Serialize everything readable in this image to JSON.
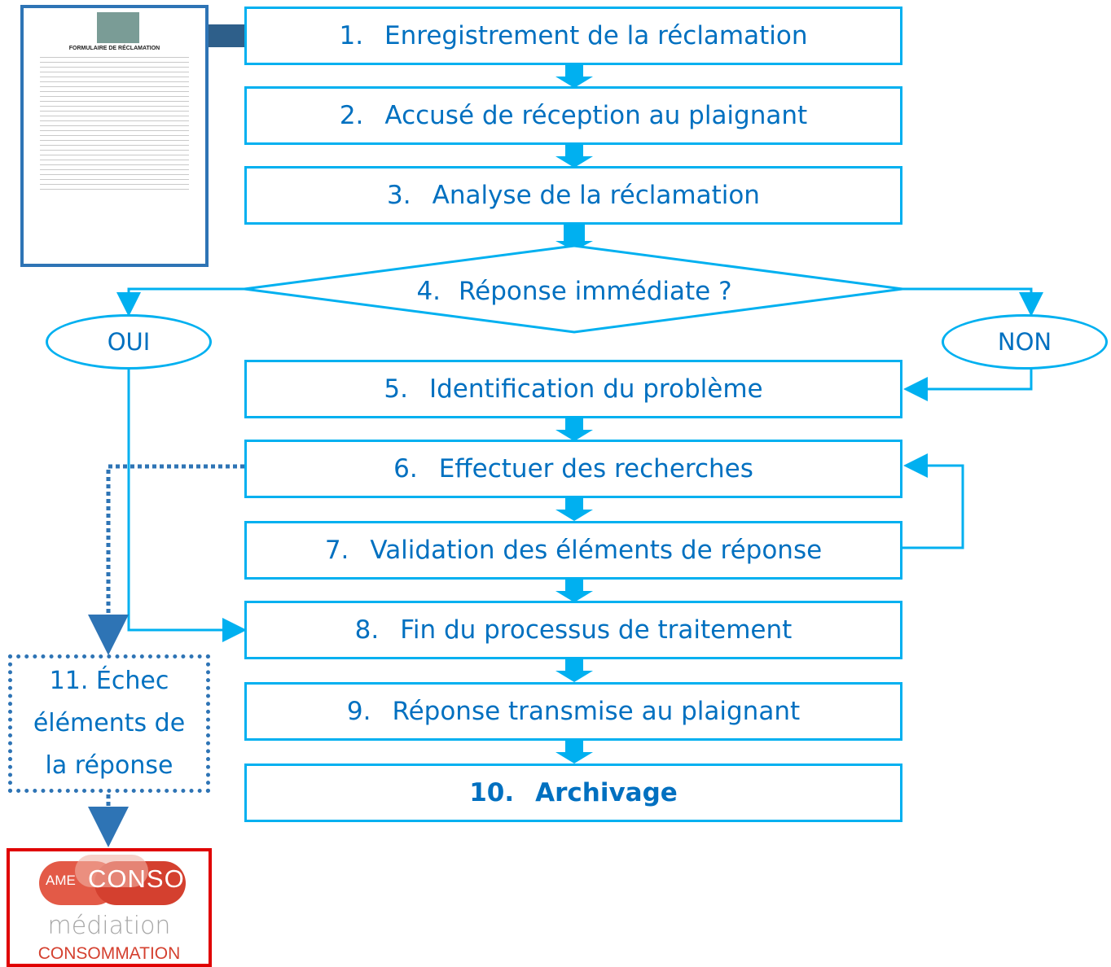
{
  "steps": [
    {
      "num": "1.",
      "label": "Enregistrement de la réclamation"
    },
    {
      "num": "2.",
      "label": "Accusé de réception au plaignant"
    },
    {
      "num": "3.",
      "label": "Analyse de la réclamation"
    },
    {
      "num": "4.",
      "label": "Réponse immédiate ?"
    },
    {
      "num": "5.",
      "label": "Identification du problème"
    },
    {
      "num": "6.",
      "label": "Effectuer des recherches"
    },
    {
      "num": "7.",
      "label": "Validation des éléments de réponse"
    },
    {
      "num": "8.",
      "label": "Fin du processus de traitement"
    },
    {
      "num": "9.",
      "label": "Réponse transmise au plaignant"
    },
    {
      "num": "10.",
      "label": "Archivage"
    }
  ],
  "branches": {
    "yes": "OUI",
    "no": "NON"
  },
  "failure": {
    "line1": "11. Échec",
    "line2": "éléments de",
    "line3": "la réponse"
  },
  "document": {
    "title": "FORMULAIRE DE RÉCLAMATION"
  },
  "logo": {
    "part1": "AME",
    "part2": "CONSO",
    "part3": "médiation",
    "part4": "CONSOMMATION"
  },
  "colors": {
    "accent": "#00b0f0",
    "text": "#0070c0",
    "dotted": "#2e74b5",
    "logo_border": "#e00000"
  }
}
